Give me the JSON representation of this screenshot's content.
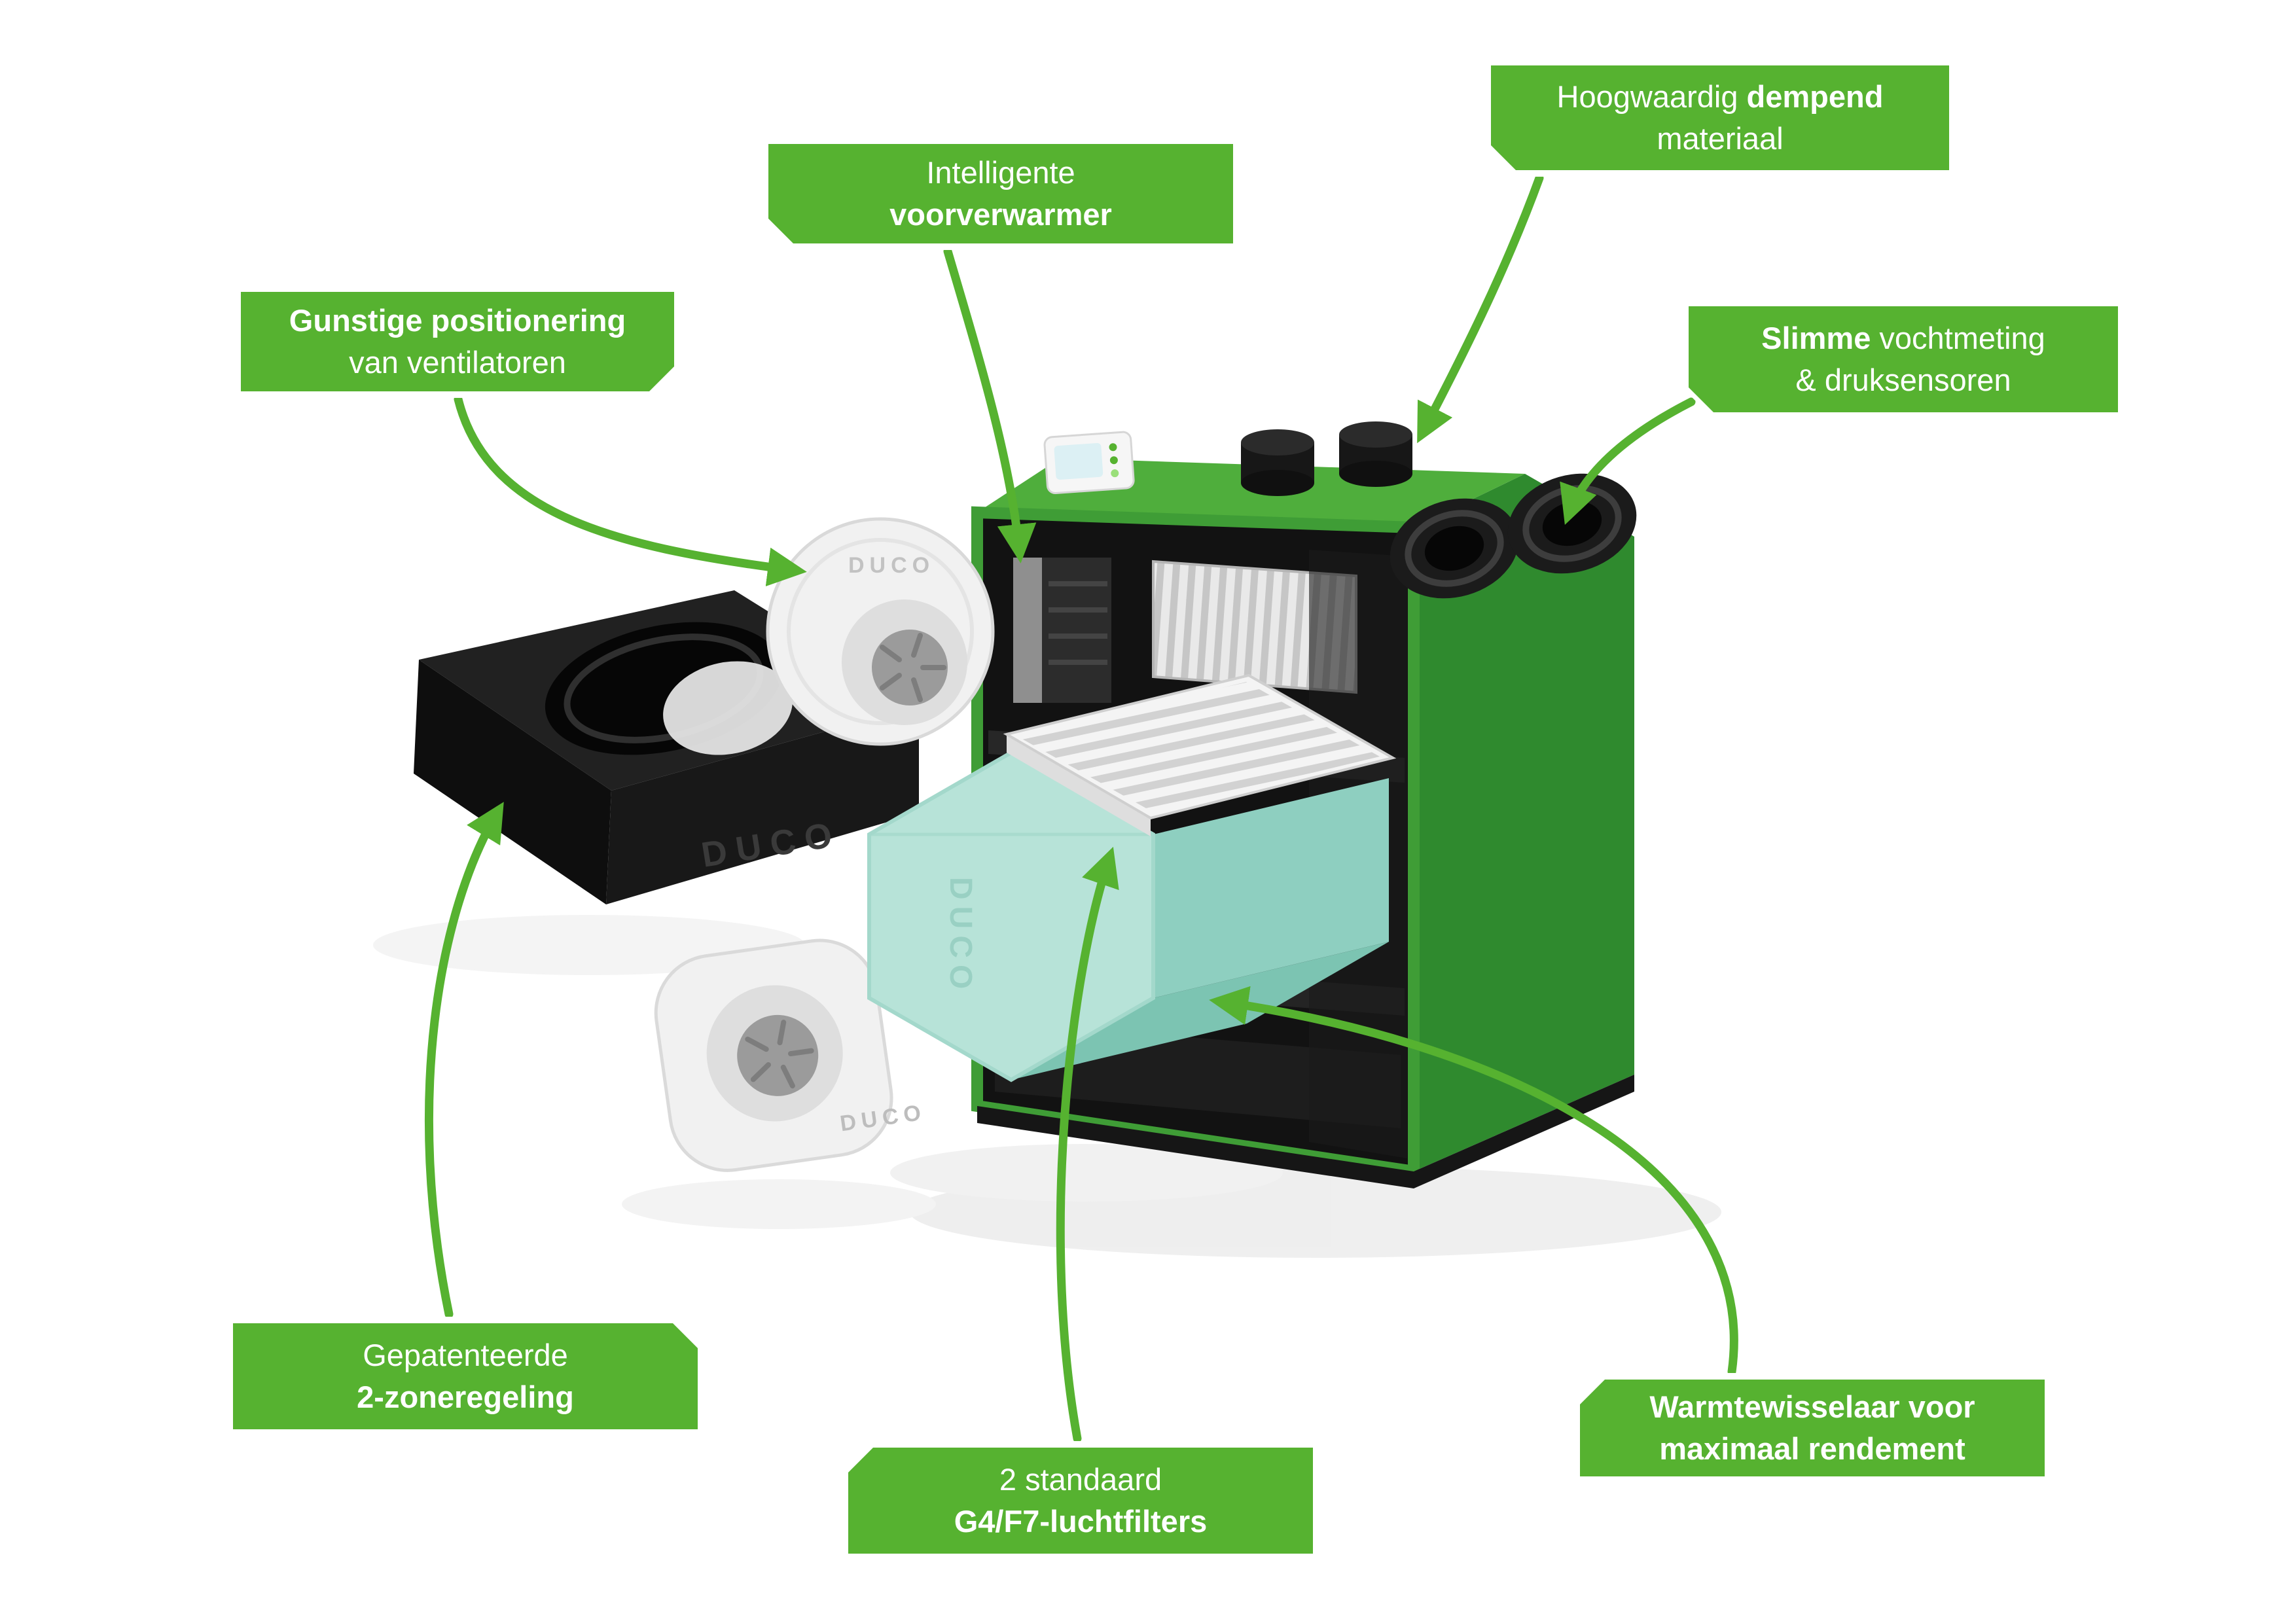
{
  "background": "#ffffff",
  "colors": {
    "accent_green": "#56b230",
    "unit_green_front": "#4fae3c",
    "unit_green_side": "#2f8a2e",
    "interior_black": "#121212",
    "exchanger_teal": "#b7e3d8",
    "fan_white": "#f1f1f1",
    "label_text": "#ffffff"
  },
  "product": {
    "brand": "DUCO"
  },
  "callouts": [
    {
      "id": "fan-positioning",
      "lines": [
        {
          "runs": [
            {
              "text": "Gunstige positionering",
              "bold": true
            }
          ]
        },
        {
          "runs": [
            {
              "text": "van ventilatoren",
              "bold": false
            }
          ]
        }
      ]
    },
    {
      "id": "preheater",
      "lines": [
        {
          "runs": [
            {
              "text": "Intelligente",
              "bold": false
            }
          ]
        },
        {
          "runs": [
            {
              "text": "voorverwarmer",
              "bold": true
            }
          ]
        }
      ]
    },
    {
      "id": "damping-material",
      "lines": [
        {
          "runs": [
            {
              "text": "Hoogwaardig ",
              "bold": false
            },
            {
              "text": "dempend",
              "bold": true
            }
          ]
        },
        {
          "runs": [
            {
              "text": "materiaal",
              "bold": false
            }
          ]
        }
      ]
    },
    {
      "id": "humidity-sensors",
      "lines": [
        {
          "runs": [
            {
              "text": "Slimme",
              "bold": true
            },
            {
              "text": " vochtmeting",
              "bold": false
            }
          ]
        },
        {
          "runs": [
            {
              "text": "& druksensoren",
              "bold": false
            }
          ]
        }
      ]
    },
    {
      "id": "zone-control",
      "lines": [
        {
          "runs": [
            {
              "text": "Gepatenteerde",
              "bold": false
            }
          ]
        },
        {
          "runs": [
            {
              "text": "2-zoneregeling",
              "bold": true
            }
          ]
        }
      ]
    },
    {
      "id": "filters",
      "lines": [
        {
          "runs": [
            {
              "text": "2 standaard",
              "bold": false
            }
          ]
        },
        {
          "runs": [
            {
              "text": "G4/F7-luchtfilters",
              "bold": true
            }
          ]
        }
      ]
    },
    {
      "id": "heat-exchanger",
      "lines": [
        {
          "runs": [
            {
              "text": "Warmtewisselaar voor",
              "bold": true
            }
          ]
        },
        {
          "runs": [
            {
              "text": "maximaal rendement",
              "bold": true
            }
          ]
        }
      ]
    }
  ]
}
